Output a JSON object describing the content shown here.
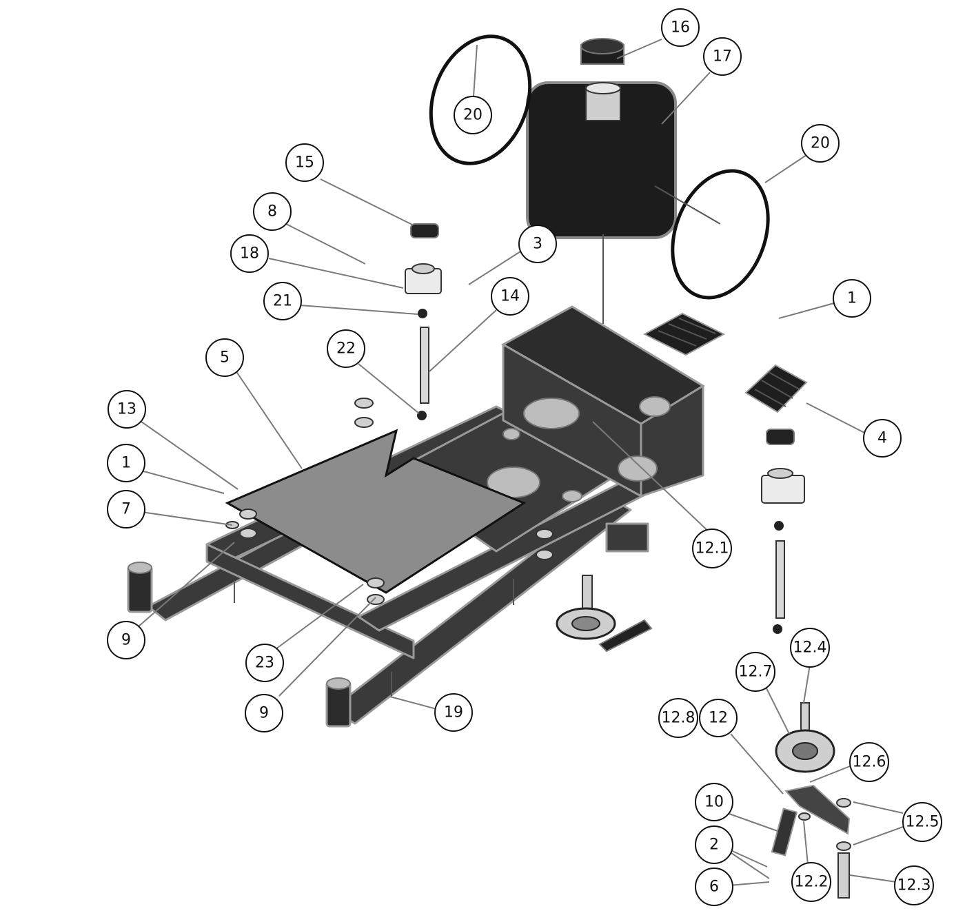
{
  "callouts": [
    {
      "id": "c16",
      "label": "16"
    },
    {
      "id": "c17",
      "label": "17"
    },
    {
      "id": "c20a",
      "label": "20"
    },
    {
      "id": "c20b",
      "label": "20"
    },
    {
      "id": "c15",
      "label": "15"
    },
    {
      "id": "c8",
      "label": "8"
    },
    {
      "id": "c3",
      "label": "3"
    },
    {
      "id": "c18",
      "label": "18"
    },
    {
      "id": "c21",
      "label": "21"
    },
    {
      "id": "c14",
      "label": "14"
    },
    {
      "id": "c1a",
      "label": "1"
    },
    {
      "id": "c22",
      "label": "22"
    },
    {
      "id": "c5",
      "label": "5"
    },
    {
      "id": "c13",
      "label": "13"
    },
    {
      "id": "c4",
      "label": "4"
    },
    {
      "id": "c1b",
      "label": "1"
    },
    {
      "id": "c7",
      "label": "7"
    },
    {
      "id": "c12_1",
      "label": "12.1"
    },
    {
      "id": "c9a",
      "label": "9"
    },
    {
      "id": "c23",
      "label": "23"
    },
    {
      "id": "c12_4",
      "label": "12.4"
    },
    {
      "id": "c12_7",
      "label": "12.7"
    },
    {
      "id": "c9b",
      "label": "9"
    },
    {
      "id": "c19",
      "label": "19"
    },
    {
      "id": "c12_8",
      "label": "12.8"
    },
    {
      "id": "c12",
      "label": "12"
    },
    {
      "id": "c12_6",
      "label": "12.6"
    },
    {
      "id": "c10",
      "label": "10"
    },
    {
      "id": "c12_5",
      "label": "12.5"
    },
    {
      "id": "c2",
      "label": "2"
    },
    {
      "id": "c12_2",
      "label": "12.2"
    },
    {
      "id": "c6",
      "label": "6"
    },
    {
      "id": "c12_3",
      "label": "12.3"
    }
  ]
}
